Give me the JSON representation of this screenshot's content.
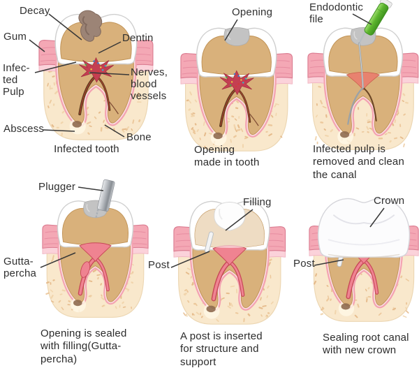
{
  "figure": {
    "background": "#ffffff"
  },
  "colors": {
    "bone": "#f9e8cc",
    "bone_speckle": "#e8c296",
    "gum": "#f4a8b5",
    "gum_light": "#fbd2da",
    "enamel": "#ffffff",
    "dentin": "#d9b17b",
    "infected_pulp": "#c43f52",
    "canal_dark": "#5e3d1f",
    "gutta_percha": "#ef8391",
    "gutta_edge": "#c74757",
    "file_handle_green": "#5cb52e",
    "instrument_steel": "#b7bbc0",
    "label_text": "#303030",
    "leader_line": "#383838"
  },
  "panels": [
    {
      "name": "infected-tooth",
      "caption": "Infected tooth",
      "labels": {
        "decay": "Decay",
        "gum": "Gum",
        "dentin": "Dentin",
        "infected_pulp": "Infec-\nted\nPulp",
        "nerves": "Nerves,\nblood\nvessels",
        "abscess": "Abscess",
        "bone": "Bone"
      }
    },
    {
      "name": "opening-made-in-tooth",
      "caption": "Opening\nmade in tooth",
      "labels": {
        "opening": "Opening"
      }
    },
    {
      "name": "infected-pulp-removed",
      "caption": "Infected pulp is\nremoved and clean\nthe canal",
      "labels": {
        "endodontic_file": "Endodontic\nfile"
      }
    },
    {
      "name": "opening-sealed",
      "caption": "Opening is sealed\nwith filling(Gutta-\npercha)",
      "labels": {
        "plugger": "Plugger",
        "gutta_percha": "Gutta-\npercha"
      }
    },
    {
      "name": "post-inserted",
      "caption": "A post is inserted\nfor structure and\nsupport",
      "labels": {
        "filling": "Filling",
        "post": "Post"
      }
    },
    {
      "name": "new-crown",
      "caption": "Sealing root canal\nwith new crown",
      "labels": {
        "crown": "Crown",
        "post": "Post"
      }
    }
  ]
}
